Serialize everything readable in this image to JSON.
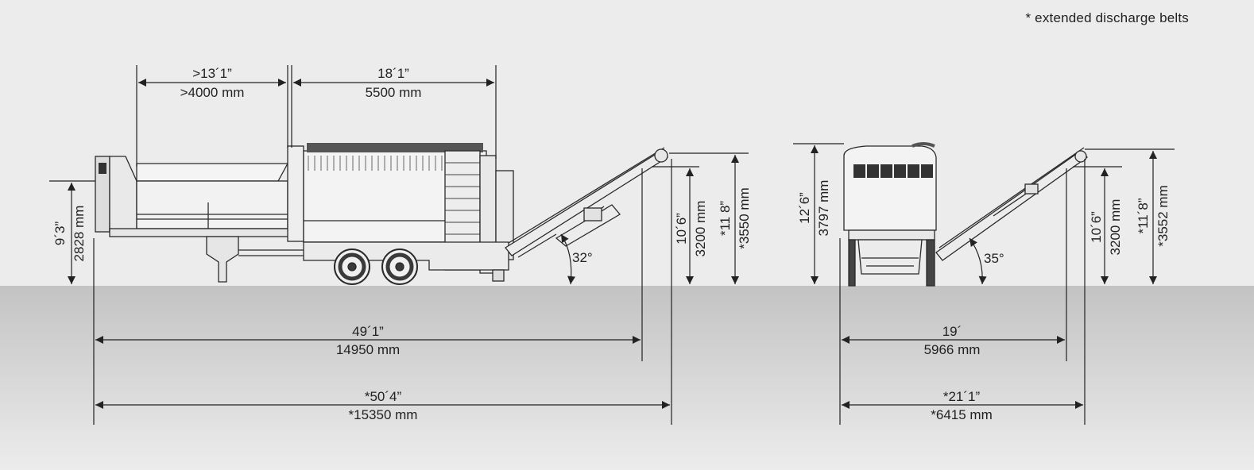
{
  "note": "* extended discharge belts",
  "side_view": {
    "hopper_length_imperial": ">13´1”",
    "hopper_length_metric": ">4000 mm",
    "drum_length_imperial": "18´1”",
    "drum_length_metric": "5500 mm",
    "hopper_height_imperial": "9´3”",
    "hopper_height_metric": "2828 mm",
    "belt_height_imperial": "10´6”",
    "belt_height_metric": "3200 mm",
    "ext_belt_height_imperial": "*11 8”",
    "ext_belt_height_metric": "*3550 mm",
    "belt_angle": "32°",
    "length_imperial": "49´1”",
    "length_metric": "14950 mm",
    "ext_length_imperial": "*50´4”",
    "ext_length_metric": "*15350 mm"
  },
  "end_view": {
    "height_imperial": "12´6”",
    "height_metric": "3797 mm",
    "belt_height_imperial": "10´6”",
    "belt_height_metric": "3200 mm",
    "ext_belt_height_imperial": "*11´8”",
    "ext_belt_height_metric": "*3552 mm",
    "belt_angle": "35°",
    "width_imperial": "19´",
    "width_metric": "5966 mm",
    "ext_width_imperial": "*21´1”",
    "ext_width_metric": "*6415 mm"
  },
  "colors": {
    "background": "#ececec",
    "ground": "#c4c4c4",
    "line": "#222222"
  }
}
